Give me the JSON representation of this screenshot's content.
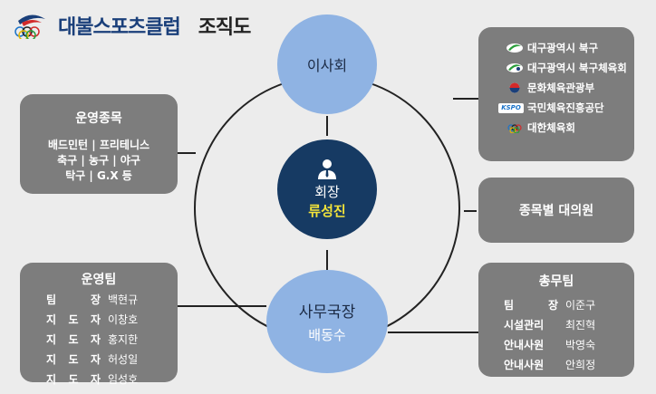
{
  "header": {
    "club_name": "대불스포츠클럽",
    "chart_title": "조직도"
  },
  "board": {
    "label": "이사회"
  },
  "chair": {
    "role": "회장",
    "name": "류성진"
  },
  "secretariat": {
    "role": "사무국장",
    "name": "배동수"
  },
  "sports_box": {
    "title": "운영종목",
    "lines": [
      "배드민턴 | 프리테니스",
      "축구 | 농구 | 야구",
      "탁구 | G.X 등"
    ]
  },
  "partners_box": {
    "items": [
      {
        "icon": "bukgu-logo-icon",
        "label": "대구광역시 북구"
      },
      {
        "icon": "bukgu-sports-council-logo-icon",
        "label": "대구광역시 북구체육회"
      },
      {
        "icon": "culture-ministry-logo-icon",
        "label": "문화체육관광부"
      },
      {
        "icon": "kspo-logo-icon",
        "label": "국민체육진흥공단",
        "badge": "KSPO"
      },
      {
        "icon": "korea-sports-council-logo-icon",
        "label": "대한체육회"
      }
    ]
  },
  "committee_box": {
    "title": "종목별 대의원"
  },
  "ops_box": {
    "title": "운영팀",
    "rows": [
      {
        "role": "팀 장",
        "name": "백현규"
      },
      {
        "role": "지 도 자",
        "name": "이창호"
      },
      {
        "role": "지 도 자",
        "name": "홍지한"
      },
      {
        "role": "지 도 자",
        "name": "허성일"
      },
      {
        "role": "지 도 자",
        "name": "임성호"
      }
    ]
  },
  "general_box": {
    "title": "총무팀",
    "rows": [
      {
        "role": "팀 장",
        "name": "이준구"
      },
      {
        "role": "시설관리",
        "name": "최진혁"
      },
      {
        "role": "안내사원",
        "name": "박영숙"
      },
      {
        "role": "안내사원",
        "name": "안희정"
      }
    ]
  },
  "colors": {
    "circle_light": "#8fb3e3",
    "circle_dark": "#163a63",
    "box_gray": "#7d7d7d",
    "chair_name": "#f2e33a",
    "secretariat_name": "#ffffff",
    "background": "#ececec"
  }
}
